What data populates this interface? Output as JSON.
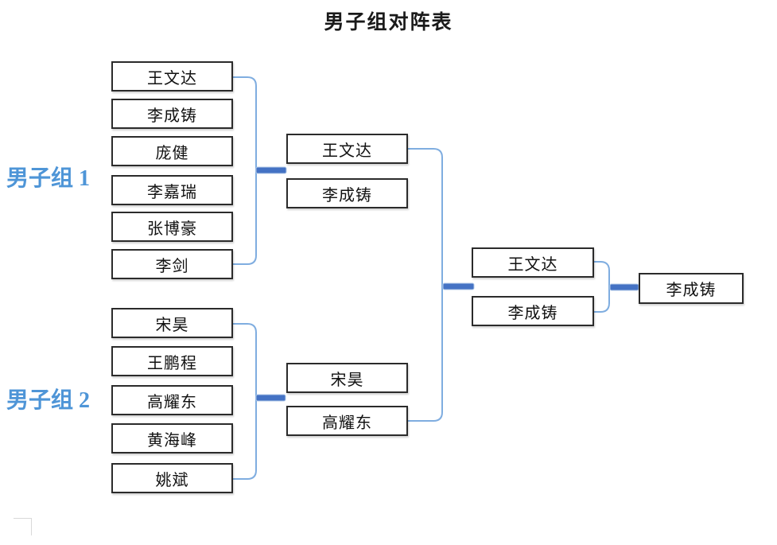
{
  "title": "男子组对阵表",
  "groups": [
    {
      "label": "男子组 1",
      "players": [
        "王文达",
        "李成铸",
        "庞健",
        "李嘉瑞",
        "张博豪",
        "李剑"
      ]
    },
    {
      "label": "男子组 2",
      "players": [
        "宋昊",
        "王鹏程",
        "高耀东",
        "黄海峰",
        "姚斌"
      ]
    }
  ],
  "round2": [
    {
      "winners": [
        "王文达",
        "李成铸"
      ]
    },
    {
      "winners": [
        "宋昊",
        "高耀东"
      ]
    }
  ],
  "final": {
    "finalists": [
      "王文达",
      "李成铸"
    ]
  },
  "champion": "李成铸",
  "colors": {
    "connector_thin": "#7fade0",
    "connector_thick": "#4472c4",
    "connector_thick_edge": "#b3cbe9",
    "label_blue": "#4e95d7",
    "box_border": "#2b2b2b",
    "corner_gray": "#d9d9d9"
  }
}
